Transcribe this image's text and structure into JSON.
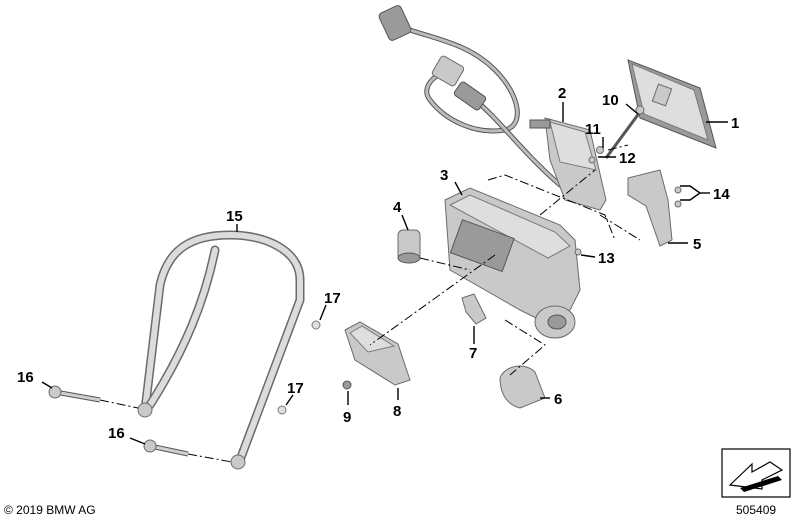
{
  "copyright": "© 2019 BMW AG",
  "diagram_id": "505409",
  "callouts": [
    "1",
    "2",
    "3",
    "4",
    "5",
    "6",
    "7",
    "8",
    "9",
    "10",
    "11",
    "12",
    "13",
    "14",
    "15",
    "16",
    "16",
    "17",
    "17"
  ],
  "icon": "arrow-diagram-icon"
}
